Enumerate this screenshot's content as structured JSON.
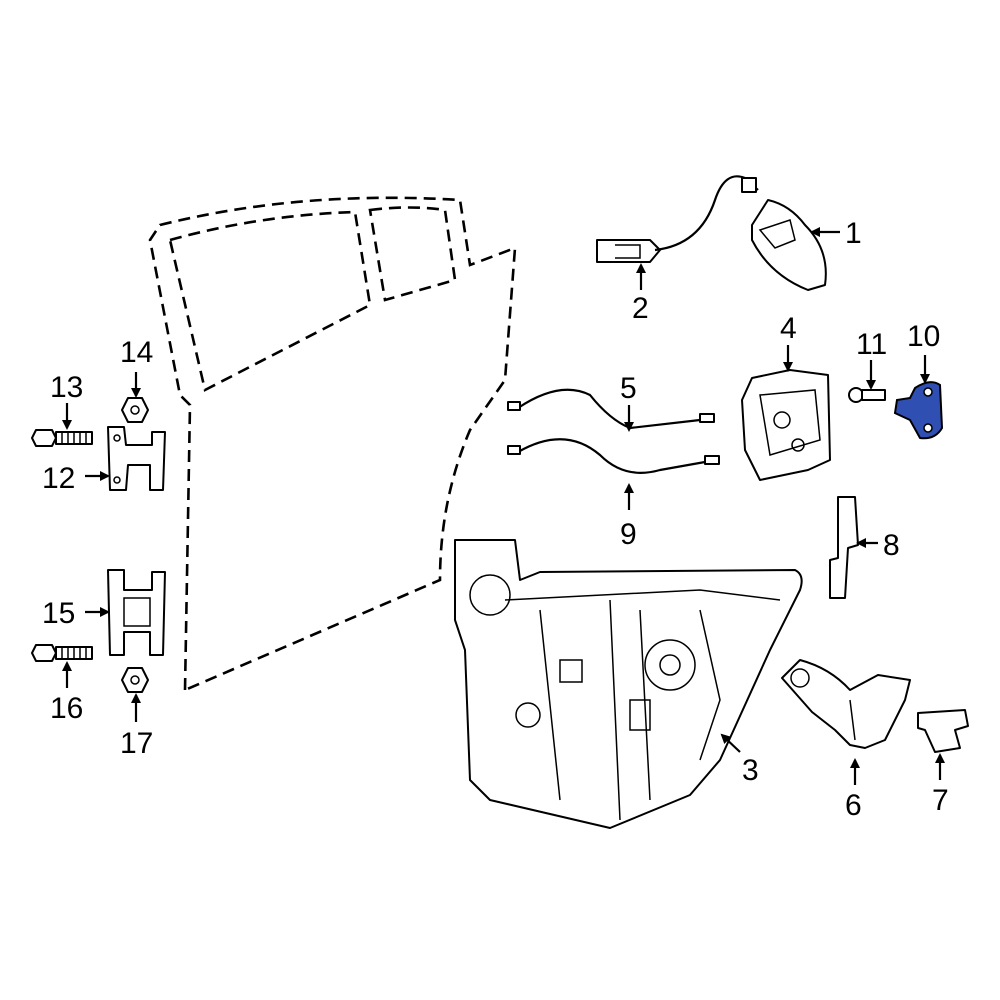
{
  "diagram": {
    "highlight_color": "#2f4fb3",
    "callouts": [
      {
        "id": "1",
        "label": "1"
      },
      {
        "id": "2",
        "label": "2"
      },
      {
        "id": "3",
        "label": "3"
      },
      {
        "id": "4",
        "label": "4"
      },
      {
        "id": "5",
        "label": "5"
      },
      {
        "id": "6",
        "label": "6"
      },
      {
        "id": "7",
        "label": "7"
      },
      {
        "id": "8",
        "label": "8"
      },
      {
        "id": "9",
        "label": "9"
      },
      {
        "id": "10",
        "label": "10"
      },
      {
        "id": "11",
        "label": "11"
      },
      {
        "id": "12",
        "label": "12"
      },
      {
        "id": "13",
        "label": "13"
      },
      {
        "id": "14",
        "label": "14"
      },
      {
        "id": "15",
        "label": "15"
      },
      {
        "id": "16",
        "label": "16"
      },
      {
        "id": "17",
        "label": "17"
      }
    ]
  }
}
